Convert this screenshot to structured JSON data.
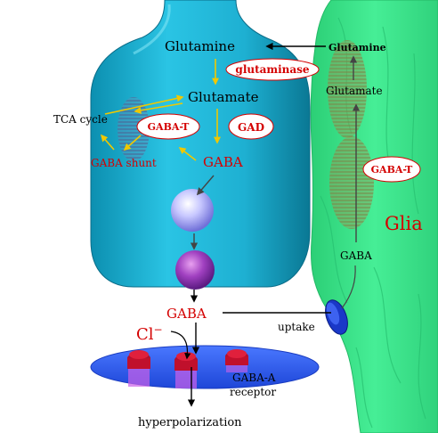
{
  "labels": {
    "glutamine_neuron": "Glutamine",
    "glutaminase": "glutaminase",
    "glutamate_neuron": "Glutamate",
    "tca_cycle": "TCA cycle",
    "gaba_t_neuron": "GABA-T",
    "gad": "GAD",
    "gaba_shunt": "GABA shunt",
    "gaba_neuron": "GABA",
    "gaba_synapse": "GABA",
    "chloride_base": "Cl",
    "chloride_sup": "−",
    "uptake": "uptake",
    "gaba_a_line1": "GABA-A",
    "gaba_a_line2": "receptor",
    "hyperpolarization": "hyperpolarization",
    "glutamine_glia": "Glutamine",
    "glutamate_glia": "Glutamate",
    "gaba_t_glia": "GABA-T",
    "glia": "Glia",
    "gaba_glia": "GABA"
  },
  "colors": {
    "neuron": "#1eb4d4",
    "glia": "#3ee88c",
    "yellow_arrow": "#f0c800",
    "red_text": "#d40000",
    "receptor_disk": "#2f62f0",
    "transporter": "#1a38c8"
  }
}
